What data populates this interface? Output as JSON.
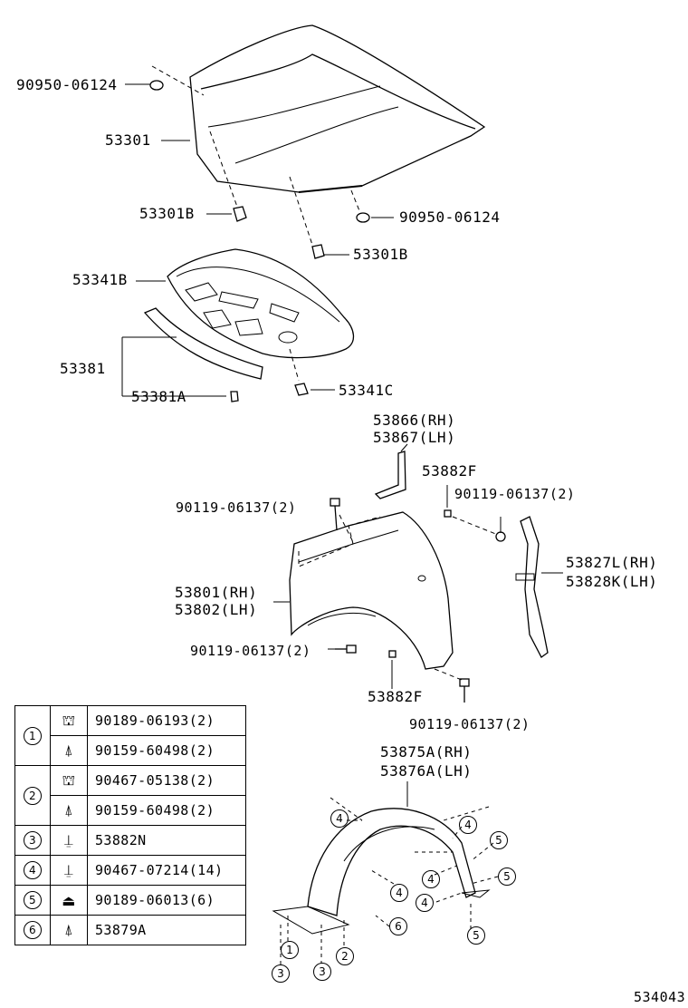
{
  "labels": {
    "hood_grommet_top": "90950-06124",
    "hood": "53301",
    "hood_cushion_left": "53301B",
    "hood_grommet_right": "90950-06124",
    "hood_cushion_right": "53301B",
    "hood_insulator": "53341B",
    "seal": "53381",
    "seal_clip": "53381A",
    "insulator_clip": "53341C",
    "fender_liner_upper_rh": "53866(RH)",
    "fender_liner_upper_lh": "53867(LH)",
    "fender_clip_top": "53882F",
    "bolt_top_left": "90119-06137(2)",
    "bolt_top_right": "90119-06137(2)",
    "fender_bracket_rh": "53827L(RH)",
    "fender_bracket_lh": "53828K(LH)",
    "fender_rh": "53801(RH)",
    "fender_lh": "53802(LH)",
    "bolt_lower_left": "90119-06137(2)",
    "fender_clip_bottom": "53882F",
    "bolt_lower_right": "90119-06137(2)",
    "liner_rh": "53875A(RH)",
    "liner_lh": "53876A(LH)",
    "diagram_id": "534043"
  },
  "callouts": {
    "c1": "1",
    "c2": "2",
    "c3": "3",
    "c4": "4",
    "c5": "5",
    "c6": "6"
  },
  "legend": [
    {
      "num": "1",
      "parts": [
        "90189-06193(2)",
        "90159-60498(2)"
      ]
    },
    {
      "num": "2",
      "parts": [
        "90467-05138(2)",
        "90159-60498(2)"
      ]
    },
    {
      "num": "3",
      "parts": [
        "53882N"
      ]
    },
    {
      "num": "4",
      "parts": [
        "90467-07214(14)"
      ]
    },
    {
      "num": "5",
      "parts": [
        "90189-06013(6)"
      ]
    },
    {
      "num": "6",
      "parts": [
        "53879A"
      ]
    }
  ]
}
